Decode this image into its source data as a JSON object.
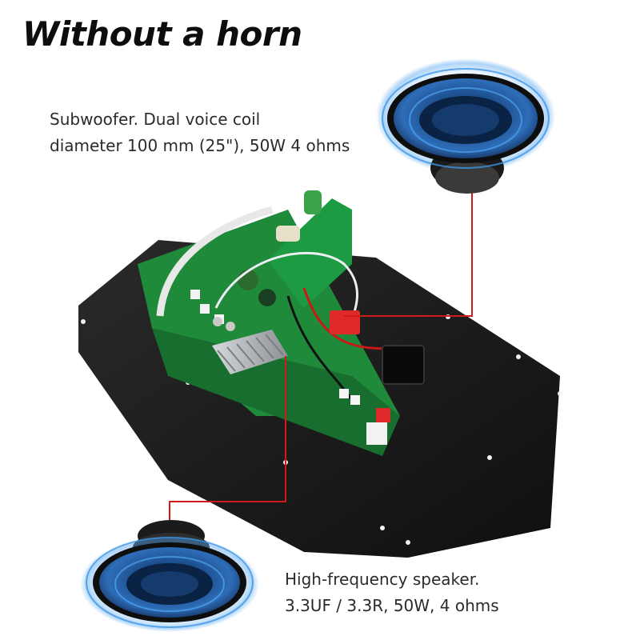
{
  "headline": "Without a horn",
  "subwoofer": {
    "line1": "Subwoofer. Dual voice coil",
    "line2": "diameter 100 mm (25\"), 50W 4 ohms"
  },
  "tweeter": {
    "line1": "High-frequency speaker.",
    "line2": "3.3UF / 3.3R, 50W, 4 ohms"
  },
  "colors": {
    "plate": "#151515",
    "pcb": "#1f8a3a",
    "callout_line": "#d11a1a",
    "speaker_glow": "#2f86d6",
    "heatsink": "#b9bcbf"
  },
  "icons": {
    "subwoofer": "speaker-icon",
    "tweeter": "speaker-icon"
  }
}
